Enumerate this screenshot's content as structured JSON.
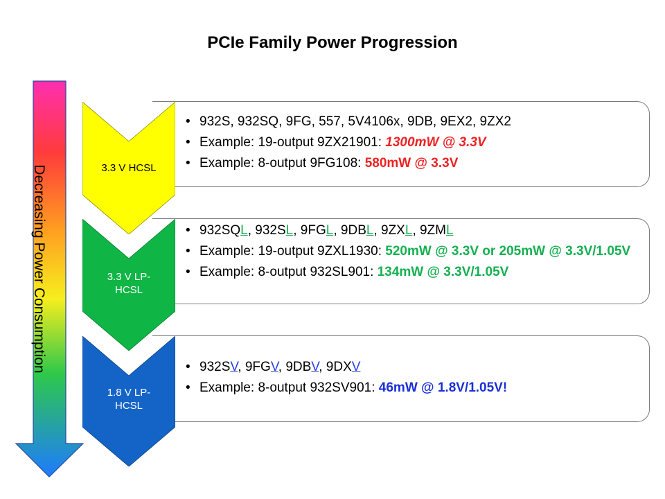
{
  "title": "PCIe Family Power Progression",
  "arrow": {
    "label": "Decreasing Power Consumption",
    "gradient": [
      "#ff2fb0",
      "#ff3b3b",
      "#ff9a1e",
      "#ffee1e",
      "#2ec84a",
      "#1e7bff"
    ]
  },
  "colors": {
    "red": "#ee2222",
    "green": "#14b050",
    "blue": "#1a2fd8",
    "link_green": "#14b050",
    "link_blue": "#2a3fe0",
    "chev_yellow": "#ffff00",
    "chev_green": "#0fb545",
    "chev_blue": "#1464c8"
  },
  "rows": [
    {
      "chevron_label": "3.3 V HCSL",
      "items": [
        {
          "parts": [
            {
              "t": "932S, 932SQ, 9FG, 557, 5V4106x, 9DB, 9EX2, 9ZX2"
            }
          ]
        },
        {
          "parts": [
            {
              "t": "Example: 19-output 9ZX21901: "
            },
            {
              "t": "1300mW @ 3.3V",
              "style": "red-bold-italic"
            }
          ]
        },
        {
          "parts": [
            {
              "t": "Example: 8-output 9FG108: "
            },
            {
              "t": "580mW @ 3.3V",
              "style": "red-bold"
            }
          ]
        }
      ]
    },
    {
      "chevron_label": "3.3 V LP-\nHCSL",
      "items": [
        {
          "parts": [
            {
              "t": "932SQ"
            },
            {
              "t": "L",
              "style": "green-underline"
            },
            {
              "t": ", 932S"
            },
            {
              "t": "L",
              "style": "green-underline"
            },
            {
              "t": ", 9FG"
            },
            {
              "t": "L",
              "style": "green-underline"
            },
            {
              "t": ", 9DB"
            },
            {
              "t": "L",
              "style": "green-underline"
            },
            {
              "t": ", 9ZX"
            },
            {
              "t": "L",
              "style": "green-underline"
            },
            {
              "t": ", 9ZM"
            },
            {
              "t": "L",
              "style": "green-underline"
            }
          ]
        },
        {
          "parts": [
            {
              "t": "Example: 19-output 9ZXL1930: "
            },
            {
              "t": "520mW @ 3.3V or 205mW @ 3.3V/1.05V",
              "style": "green-bold"
            }
          ]
        },
        {
          "parts": [
            {
              "t": "Example: 8-output 932SL901: "
            },
            {
              "t": "134mW @ 3.3V/1.05V",
              "style": "green-bold"
            }
          ]
        }
      ]
    },
    {
      "chevron_label": "1.8 V LP-\nHCSL",
      "items": [
        {
          "parts": [
            {
              "t": "932S"
            },
            {
              "t": "V",
              "style": "blue-underline"
            },
            {
              "t": ", 9FG"
            },
            {
              "t": "V",
              "style": "blue-underline"
            },
            {
              "t": ", 9DB"
            },
            {
              "t": "V",
              "style": "blue-underline"
            },
            {
              "t": ", 9DX"
            },
            {
              "t": "V",
              "style": "blue-underline"
            }
          ]
        },
        {
          "parts": [
            {
              "t": "Example: 8-output 932SV901: "
            },
            {
              "t": "46mW @ 1.8V/1.05V!",
              "style": "blue-bold"
            }
          ]
        }
      ]
    }
  ]
}
